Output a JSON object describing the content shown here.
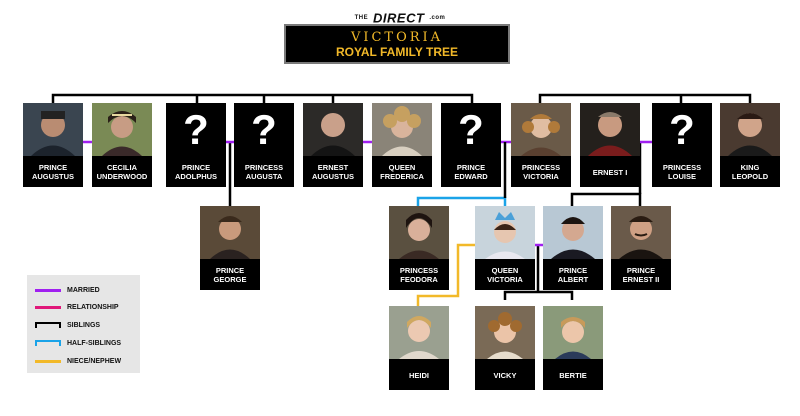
{
  "logo": {
    "prefix": "THE",
    "brand": "DIRECT",
    "suffix": ".com"
  },
  "title": {
    "line1": "VICTORIA",
    "line2": "ROYAL FAMILY TREE"
  },
  "colors": {
    "married": "#a020f0",
    "relationship": "#e0187a",
    "siblings": "#000000",
    "half_siblings": "#1aa3e8",
    "niece_nephew": "#f2b929"
  },
  "people": {
    "prince_augustus": {
      "line1": "PRINCE",
      "line2": "AUGUSTUS",
      "portrait": "man-dark-coat"
    },
    "cecilia_underwood": {
      "line1": "CECILIA",
      "line2": "UNDERWOOD",
      "portrait": "woman-tiara"
    },
    "prince_adolphus": {
      "line1": "PRINCE",
      "line2": "ADOLPHUS",
      "unknown": "?"
    },
    "princess_augusta": {
      "line1": "PRINCESS",
      "line2": "AUGUSTA",
      "unknown": "?"
    },
    "ernest_augustus": {
      "line1": "ERNEST",
      "line2": "AUGUSTUS",
      "portrait": "bald-man"
    },
    "queen_frederica": {
      "line1": "QUEEN",
      "line2": "FREDERICA",
      "portrait": "woman-curls"
    },
    "prince_edward": {
      "line1": "PRINCE",
      "line2": "EDWARD",
      "unknown": "?"
    },
    "princess_victoria": {
      "line1": "PRINCESS",
      "line2": "VICTORIA",
      "portrait": "woman-ringlets"
    },
    "ernest_i": {
      "line1": "ERNEST I",
      "line2": "",
      "portrait": "man-uniform"
    },
    "princess_louise": {
      "line1": "PRINCESS",
      "line2": "LOUISE",
      "unknown": "?"
    },
    "king_leopold": {
      "line1": "KING",
      "line2": "LEOPOLD",
      "portrait": "man-sideburns"
    },
    "prince_george": {
      "line1": "PRINCE",
      "line2": "GEORGE",
      "portrait": "young-man"
    },
    "princess_feodora": {
      "line1": "PRINCESS",
      "line2": "FEODORA",
      "portrait": "woman-dark-hair"
    },
    "queen_victoria": {
      "line1": "QUEEN",
      "line2": "VICTORIA",
      "portrait": "queen-crown"
    },
    "prince_albert": {
      "line1": "PRINCE",
      "line2": "ALBERT",
      "portrait": "man-dark-hair"
    },
    "prince_ernest_ii": {
      "line1": "PRINCE",
      "line2": "ERNEST II",
      "portrait": "man-mustache"
    },
    "heidi": {
      "line1": "HEIDI",
      "line2": "",
      "portrait": "woman-blonde"
    },
    "vicky": {
      "line1": "VICKY",
      "line2": "",
      "portrait": "girl-curls"
    },
    "bertie": {
      "line1": "BERTIE",
      "line2": "",
      "portrait": "boy-blond"
    }
  },
  "legend": [
    {
      "label": "MARRIED",
      "key": "married"
    },
    {
      "label": "RELATIONSHIP",
      "key": "relationship"
    },
    {
      "label": "SIBLINGS",
      "key": "siblings"
    },
    {
      "label": "HALF-SIBLINGS",
      "key": "half_siblings"
    },
    {
      "label": "NIECE/NEPHEW",
      "key": "niece_nephew"
    }
  ]
}
